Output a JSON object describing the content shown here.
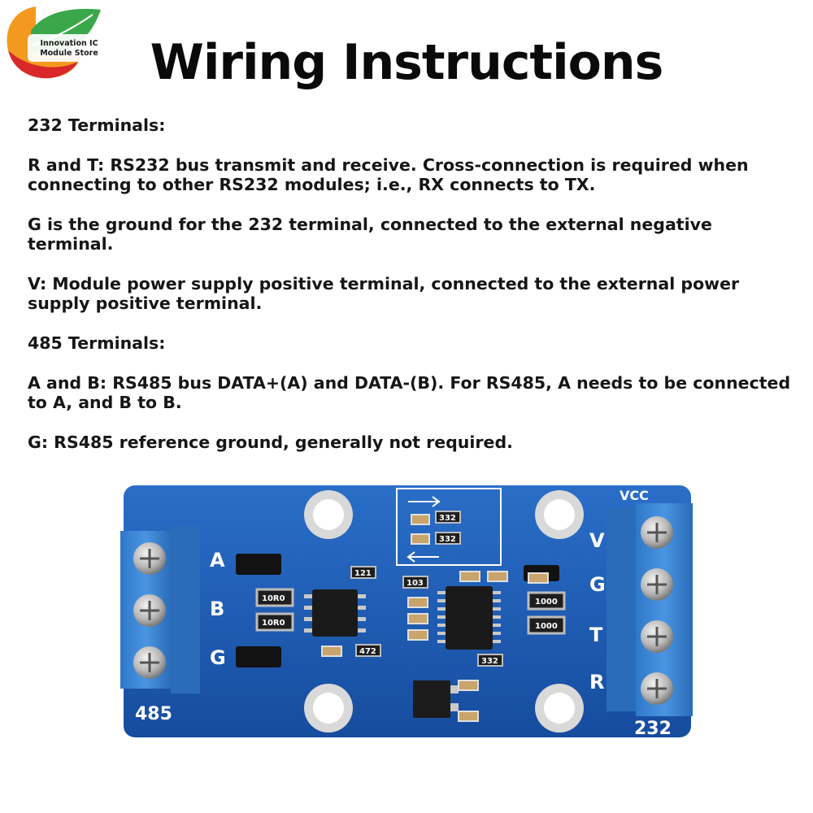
{
  "brand": {
    "line1": "Innovation IC",
    "line2": "Module Store"
  },
  "title": "Wiring Instructions",
  "paragraphs": [
    "232 Terminals:",
    "R and T: RS232 bus transmit and receive. Cross-connection is required when connecting to other RS232 modules; i.e., RX connects to TX.",
    "G is the ground for the 232 terminal, connected to the external negative terminal.",
    "V: Module power supply positive terminal, connected to the external power supply positive terminal.",
    "485 Terminals:",
    "A and B: RS485 bus DATA+(A) and DATA-(B). For RS485, A needs to be connected to A, and B to B.",
    "G: RS485 reference ground, generally not required."
  ],
  "board": {
    "left_terminal_label": "485",
    "right_terminal_label": "232",
    "left_pins": [
      "A",
      "B",
      "G"
    ],
    "right_pins": [
      "V",
      "G",
      "T",
      "R"
    ],
    "vcc_label": "VCC",
    "resistor_labels": [
      "10R0",
      "10R0",
      "121",
      "472",
      "1000",
      "1000",
      "332",
      "332",
      "103",
      "332"
    ],
    "colors": {
      "pcb": "#1a5bb5",
      "terminal": "#3d86d6",
      "logo_green": "#3aa84a",
      "logo_orange": "#f39a1e",
      "logo_red": "#d8282a"
    }
  }
}
